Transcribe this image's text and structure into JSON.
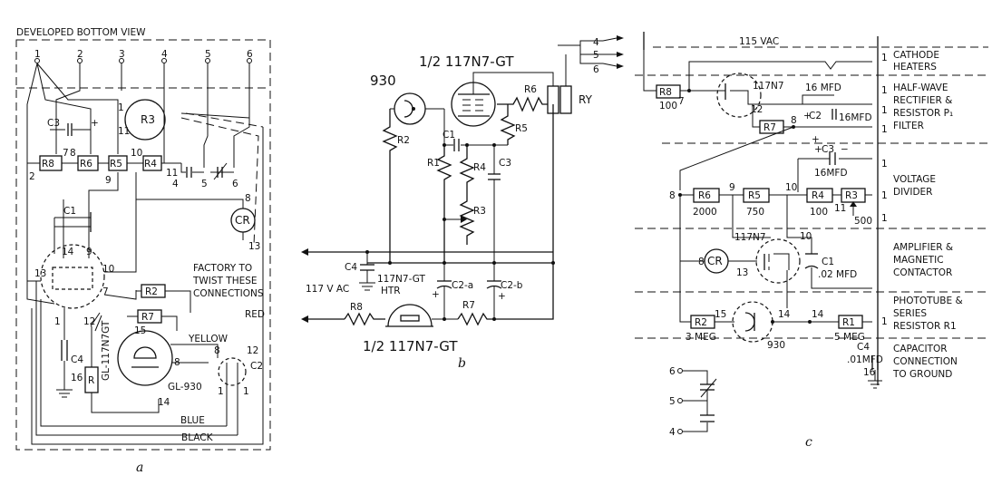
{
  "panel_a": {
    "title": "DEVELOPED BOTTOM VIEW",
    "caption": "a",
    "pins": [
      "1",
      "2",
      "3",
      "4",
      "5",
      "6"
    ],
    "factory_note": [
      "FACTORY TO",
      "TWIST THESE",
      "CONNECTIONS"
    ],
    "r3": "R3",
    "c3": "C3",
    "r8": "R8",
    "r6": "R6",
    "r5": "R5",
    "r4": "R4",
    "cr": "CR",
    "c1": "C1",
    "r2": "R2",
    "r7": "R7",
    "c4": "C4",
    "r1": "R",
    "c2": "C2",
    "tube1": "GL-117N7GT",
    "tube2": "GL-930",
    "wire_red": "RED",
    "wire_yellow": "YELLOW",
    "wire_blue": "BLUE",
    "wire_black": "BLACK",
    "nums": {
      "n2": "2",
      "n7": "7",
      "n8": "8",
      "n9": "9",
      "n10": "10",
      "n11": "11",
      "n4": "4",
      "n5": "5",
      "n6": "6",
      "n13": "13",
      "n14": "14",
      "n1": "1",
      "n12": "12",
      "n15": "15",
      "n16": "16",
      "n8b": "8",
      "n12b": "12",
      "n7b": "7",
      "n10b": "10",
      "n9b": "9",
      "n14b": "14",
      "n13b": "13",
      "n11b": "11",
      "n1b": "1",
      "n28": "8",
      "n1c": "1",
      "n1d": "1"
    }
  },
  "panel_b": {
    "caption": "b",
    "tube_top": "1/2 117N7-GT",
    "tube_bottom": "1/2 117N7-GT",
    "photo": "930",
    "ry": "RY",
    "r2": "R2",
    "r6": "R6",
    "r5": "R5",
    "r1": "R1",
    "r4": "R4",
    "r3": "R3",
    "c1": "C1",
    "c3": "C3",
    "c4": "C4",
    "c2a": "C2-a",
    "c2b": "C2-b",
    "r7": "R7",
    "r8": "R8",
    "vac": "117 V AC",
    "htr1": "117N7-GT",
    "htr2": "HTR",
    "terms": [
      "4",
      "5",
      "6"
    ]
  },
  "panel_c": {
    "caption": "c",
    "vac": "115 VAC",
    "sections": [
      {
        "label": [
          "CATHODE",
          "HEATERS"
        ]
      },
      {
        "label": [
          "HALF-WAVE",
          "RECTIFIER &",
          "RESISTOR P₁",
          "FILTER"
        ]
      },
      {
        "label": [
          "VOLTAGE",
          "DIVIDER"
        ]
      },
      {
        "label": [
          "AMPLIFIER &",
          "MAGNETIC",
          "CONTACTOR"
        ]
      },
      {
        "label": [
          "PHOTOTUBE &",
          "SERIES",
          "RESISTOR R1"
        ]
      },
      {
        "label": [
          "CAPACITOR",
          "CONNECTION",
          "TO GROUND"
        ]
      }
    ],
    "r8": "R8",
    "r8v": "100",
    "tube": "117N7",
    "c2v1": "16 MFD",
    "c2v2": "16MFD",
    "c2": "C2",
    "r7": "R7",
    "c3": "C3",
    "c3v": "16MFD",
    "r6": "R6",
    "r6v": "2000",
    "r5": "R5",
    "r5v": "750",
    "r4": "R4",
    "r4v": "100",
    "r3": "R3",
    "r3v": "500",
    "cr": "CR",
    "tube2": "117N7",
    "c1": "C1",
    "c1v": ".02 MFD",
    "r2": "R2",
    "r2v": "3 MEG",
    "photo": "930",
    "r1": "R1",
    "r1v": "5 MEG",
    "c4": "C4",
    "c4v": ".01MFD",
    "nums": {
      "a7": "7",
      "a12": "12",
      "a8": "8",
      "a9": "9",
      "a10": "10",
      "a11": "11",
      "a8b": "8",
      "a8c": "8",
      "a13": "13",
      "a10b": "10",
      "a15": "15",
      "a14": "14",
      "a14b": "14",
      "a16": "16"
    },
    "terms": [
      "6",
      "5",
      "4"
    ],
    "ones": "1"
  }
}
